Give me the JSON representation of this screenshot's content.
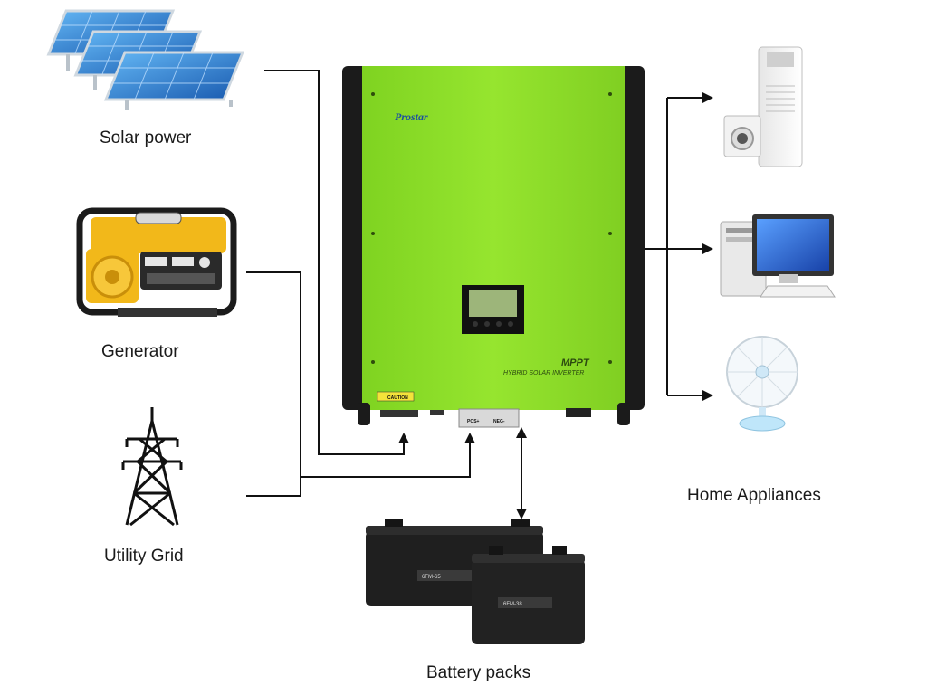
{
  "labels": {
    "solar": "Solar power",
    "generator": "Generator",
    "grid": "Utility Grid",
    "battery": "Battery packs",
    "home": "Home Appliances"
  },
  "inverter": {
    "brand": "Prostar",
    "model": "MPPT",
    "subtitle": "HYBRID SOLAR INVERTER",
    "caution": "CAUTION",
    "terminal_pos": "POS+",
    "terminal_neg": "NEG-"
  },
  "battery_labels": {
    "large": "6FM-65",
    "small": "6FM-38"
  },
  "colors": {
    "inverter_green": "#8fe12a",
    "inverter_edge": "#6fbf17",
    "frame": "#1b1b1b",
    "line": "#111111",
    "panel_blue": "#2c7fd6"
  }
}
